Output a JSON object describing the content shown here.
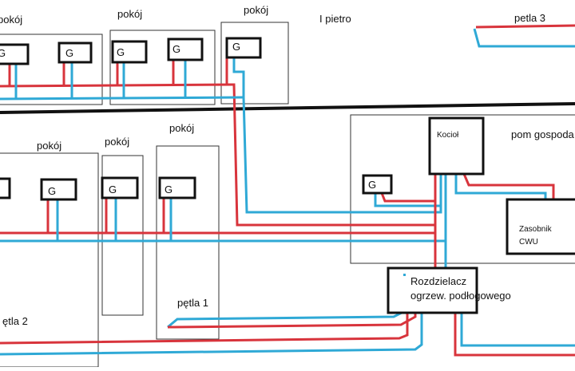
{
  "labels": {
    "room_top_1": "pokój",
    "room_top_2": "pokój",
    "room_top_3": "pokój",
    "floor": "I pietro",
    "loop3": "petla 3",
    "room_bottom_1": "pokój",
    "room_bottom_2": "pokój",
    "room_bottom_3": "pokój",
    "utility_room": "pom gospoda",
    "boiler": "Kocioł",
    "tank_line1": "Zasobnik",
    "tank_line2": "CWU",
    "manifold_line1": "Rozdzielacz",
    "manifold_line2": "ogrzew. podłogowego",
    "loop1": "pętla 1",
    "loop2": "ętla 2"
  },
  "radiator_label": "G",
  "colors": {
    "supply": "#d8343c",
    "return": "#2fa9d6",
    "wall": "#111111",
    "thin": "#333333"
  }
}
